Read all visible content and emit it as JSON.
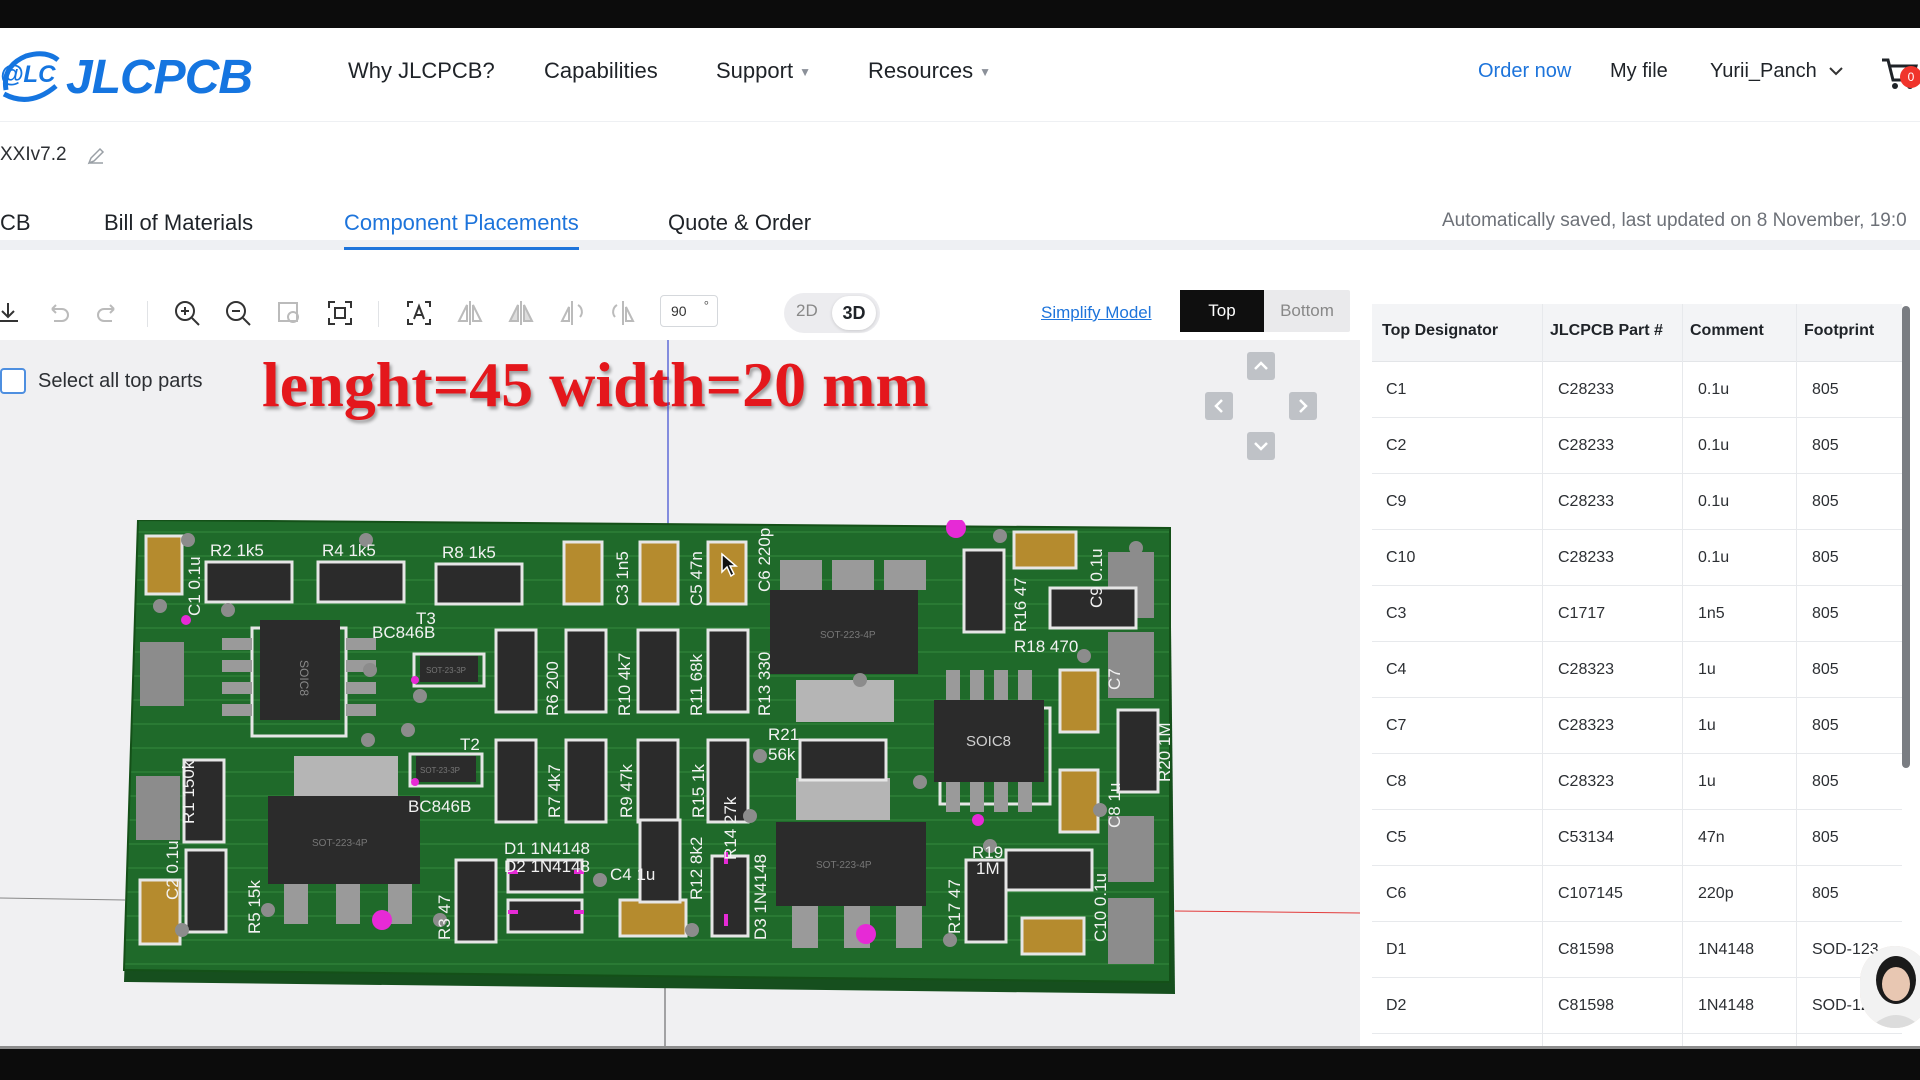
{
  "brand": {
    "logo_text": "JLCPCB",
    "logo_mark_text": "@LC",
    "primary": "#1d74db"
  },
  "nav": {
    "items": [
      {
        "label": "Why JLCPCB?",
        "dropdown": false
      },
      {
        "label": "Capabilities",
        "dropdown": false
      },
      {
        "label": "Support",
        "dropdown": true
      },
      {
        "label": "Resources",
        "dropdown": true
      }
    ],
    "order_now": "Order now",
    "my_file": "My file",
    "user": "Yurii_Panch",
    "cart_count": "0"
  },
  "project": {
    "name": "XXIv7.2"
  },
  "tabs": {
    "items": [
      "CB",
      "Bill of Materials",
      "Component Placements",
      "Quote & Order"
    ],
    "active": "Component Placements",
    "autosave": "Automatically saved, last updated on 8 November, 19:0"
  },
  "toolbar": {
    "rotation": "90",
    "rotation_unit": "°",
    "view_2d": "2D",
    "view_3d": "3D",
    "simplify": "Simplify Model",
    "side_top": "Top",
    "side_bottom": "Bottom"
  },
  "viewport": {
    "select_all": "Select all top parts",
    "overlay_text": "lenght=45 width=20 mm",
    "pcb_labels": {
      "r2": "R2 1k5",
      "r4": "R4 1k5",
      "r8": "R8 1k5",
      "c1": "C1 0.1u",
      "t3": "T3",
      "bc846b_top": "BC846B",
      "soic8_left": "SOIC8",
      "r6": "R6 200",
      "r10": "R10 4k7",
      "r11": "R11 68k",
      "r13": "R13 330",
      "c3": "C3 1n5",
      "c5": "C5 47n",
      "c6": "C6 220p",
      "r16": "R16 47",
      "r18": "R18 470",
      "c9": "C9 0.1u",
      "t2": "T2",
      "r21": "R21",
      "r21_val": "56k",
      "soic8_right": "SOIC8",
      "r1": "R1 150k",
      "c2": "C2 0.1u",
      "bc846b_bot": "BC846B",
      "r7": "R7 4k7",
      "r9": "R9 47k",
      "r15": "R15 1k",
      "c7": "C7",
      "r20": "R20 1M",
      "c8": "C8 1u",
      "d1": "D1 1N4148",
      "d2": "D2 1N4148",
      "c4": "C4 1u",
      "r12": "R12 8k2",
      "r14": "R14 27k",
      "d3": "D3 1N4148",
      "r19": "R19",
      "r19_val": "1M",
      "r5": "R5 15k",
      "r3": "R3 47",
      "r17": "R17 47",
      "c10": "C10 0.1u",
      "sot_223_a": "SOT-223-4P",
      "sot_223_b": "SOT-223-4P",
      "sot_223_c": "SOT-223-4P",
      "sot_23_a": "SOT-23-3P",
      "sot_23_b": "SOT-23-3P"
    }
  },
  "bom": {
    "headers": [
      "Top Designator",
      "JLCPCB Part #",
      "Comment",
      "Footprint"
    ],
    "rows": [
      [
        "C1",
        "C28233",
        "0.1u",
        "805"
      ],
      [
        "C2",
        "C28233",
        "0.1u",
        "805"
      ],
      [
        "C9",
        "C28233",
        "0.1u",
        "805"
      ],
      [
        "C10",
        "C28233",
        "0.1u",
        "805"
      ],
      [
        "C3",
        "C1717",
        "1n5",
        "805"
      ],
      [
        "C4",
        "C28323",
        "1u",
        "805"
      ],
      [
        "C7",
        "C28323",
        "1u",
        "805"
      ],
      [
        "C8",
        "C28323",
        "1u",
        "805"
      ],
      [
        "C5",
        "C53134",
        "47n",
        "805"
      ],
      [
        "C6",
        "C107145",
        "220p",
        "805"
      ],
      [
        "D1",
        "C81598",
        "1N4148",
        "SOD-123"
      ],
      [
        "D2",
        "C81598",
        "1N4148",
        "SOD-12"
      ]
    ]
  }
}
